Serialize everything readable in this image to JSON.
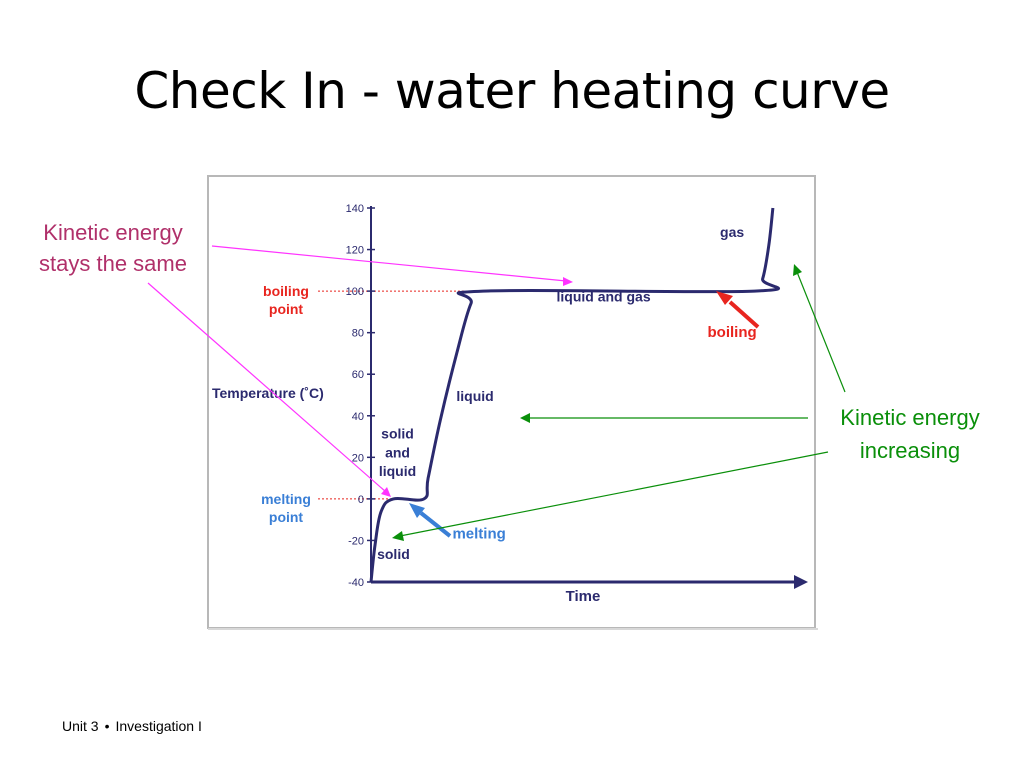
{
  "slide": {
    "title": "Check In - water heating curve",
    "footer": {
      "unit": "Unit 3",
      "separator": "•",
      "section": "Investigation I"
    }
  },
  "colors": {
    "curve": "#2b2a6e",
    "axis": "#2b2a6e",
    "boiling_label": "#e8251f",
    "melting_label": "#3a7fd6",
    "magenta_annotation": "#b0306a",
    "magenta_arrow": "#ff33ff",
    "green": "#0a8f0a"
  },
  "chart_data": {
    "type": "line",
    "title": "",
    "xlabel": "Time",
    "ylabel": "Temperature (˚C)",
    "ylim": [
      -40,
      140
    ],
    "yticks": [
      -40,
      -20,
      0,
      20,
      40,
      60,
      80,
      100,
      120,
      140
    ],
    "xlim": [
      0,
      100
    ],
    "series": [
      {
        "points": [
          {
            "x": 0,
            "y": -40
          },
          {
            "x": 1,
            "y": -22
          },
          {
            "x": 2.5,
            "y": -6
          },
          {
            "x": 5.5,
            "y": 0
          },
          {
            "x": 13,
            "y": 0
          },
          {
            "x": 14,
            "y": 10
          },
          {
            "x": 17,
            "y": 38
          },
          {
            "x": 21,
            "y": 70
          },
          {
            "x": 24.5,
            "y": 94
          },
          {
            "x": 27.5,
            "y": 100
          },
          {
            "x": 94,
            "y": 100
          },
          {
            "x": 96,
            "y": 106
          },
          {
            "x": 97.5,
            "y": 122
          },
          {
            "x": 98.5,
            "y": 140
          }
        ]
      }
    ],
    "phase_labels": [
      {
        "text": "solid",
        "x": 5.5,
        "y": -29
      },
      {
        "text": "solid",
        "x": 6.5,
        "y": 29
      },
      {
        "text": "and",
        "x": 6.5,
        "y": 20
      },
      {
        "text": "liquid",
        "x": 6.5,
        "y": 11
      },
      {
        "text": "liquid",
        "x": 25.5,
        "y": 47
      },
      {
        "text": "liquid and gas",
        "x": 57,
        "y": 95
      },
      {
        "text": "gas",
        "x": 88.5,
        "y": 126
      }
    ],
    "reference_lines": [
      {
        "y": 100,
        "label_lines": [
          "boiling",
          "point"
        ],
        "style": "dotted"
      },
      {
        "y": 0,
        "label_lines": [
          "melting",
          "point"
        ],
        "style": "dotted"
      }
    ],
    "arrow_labels": [
      {
        "text": "boiling",
        "x": 88.5,
        "y": 78
      },
      {
        "text": "melting",
        "x": 26.5,
        "y": -19
      }
    ]
  },
  "annotations": {
    "kinetic_same": [
      "Kinetic energy",
      "stays the same"
    ],
    "kinetic_increasing": [
      "Kinetic energy",
      "increasing"
    ]
  }
}
